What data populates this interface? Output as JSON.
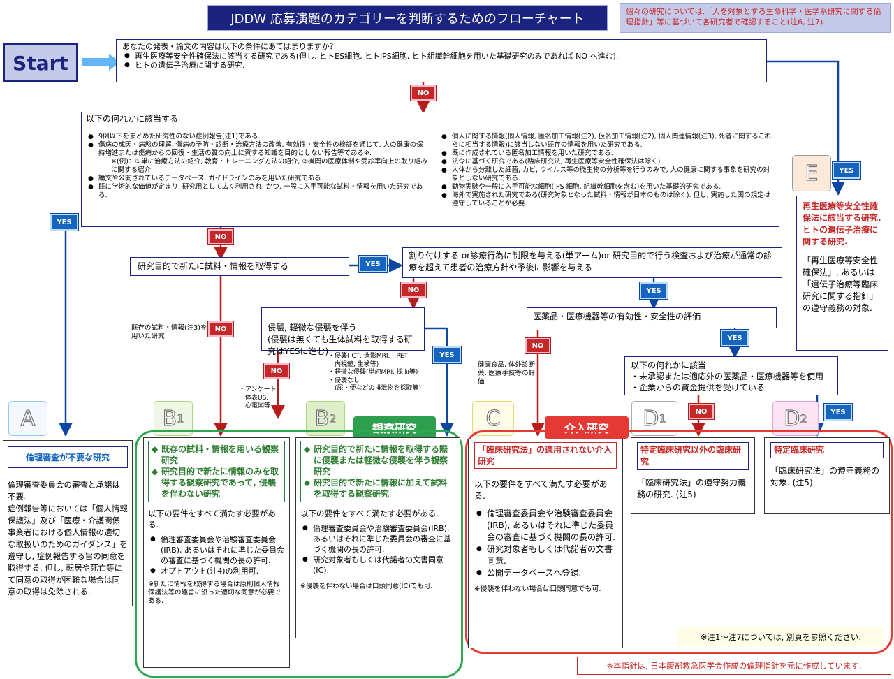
{
  "title": "JDDW 応募演題のカテゴリーを判断するためのフローチャート",
  "top_note": "個々の研究については,「人を対象とする生命科学・医学系研究に関する倫理指針」等に基づいて各研究者で確認すること(注6, 注7).",
  "start_label": "Start",
  "q1": {
    "question": "あなたの発表・論文の内容は以下の条件にあてはまりますか？",
    "items": [
      "再生医療等安全性確保法に該当する研究である(但し, ヒトES細胞, ヒトiPS細胞, ヒト組織幹細胞を用いた基礎研究のみであれば NO へ進む).",
      "ヒトの遺伝子治療に関する研究."
    ]
  },
  "q2": {
    "heading": "以下の何れかに該当する",
    "left_items": [
      "9例以下をまとめた研究性のない症例報告(注1)である.",
      "傷病の成因・病態の理解, 傷病の予防・診断・治療方法の改善, 有効性・安全性の検証を通じて, 人の健康の保持増進または傷病からの回復・生活の質の向上に資する知識を目的としない報告等である※.",
      "論文や公開されているデータベース, ガイドラインのみを用いた研究である.",
      "既に学術的な価値が定まり, 研究用として広く利用され, かつ, 一般に入手可能な試料・情報を用いた研究である."
    ],
    "example_note": "※(例)：①単に治療方法の紹介, 教育・トレーニング方法の紹介, ②機関の医療体制や受診率向上の取り組みに関する紹介",
    "right_items": [
      "個人に関する情報(個人情報, 匿名加工情報(注2), 仮名加工情報(注2), 個人関連情報(注3), 死者に関するこれらに相当する情報)に該当しない既存の情報を用いた研究である.",
      "既に作成されている匿名加工情報を用いた研究である.",
      "法令に基づく研究である(臨床研究法, 再生医療等安全性確保法は除く).",
      "人体から分離した細菌, カビ, ウイルス等の微生物の分析等を行うのみで, 人の健康に関する事象を研究の対象としない研究である.",
      "動物実験や一般に入手可能な細胞(iPS 細胞, 組織幹細胞を含む)を用いた基礎的研究である.",
      "海外で実施された研究である(研究対象となった試料・情報が日本のものは除く). 但し, 実施した国の規定は遵守していることが必要."
    ]
  },
  "q3": "研究目的で新たに試料・情報を取得する",
  "q4": "割り付けする or診療行為に制限を与える(単アーム)or 研究目的で行う検査および治療が通常の診療を超えて患者の治療方針や予後に影響を与える",
  "q5": "侵襲, 軽微な侵襲を伴う\n(侵襲は無くても生体試料を取得する研究はYESに進む)",
  "q6": "医薬品・医療機器等の有効性・安全性の評価",
  "q7": {
    "heading": "以下の何れかに該当",
    "items": [
      "・未承認または適応外の医薬品・医療機器等を使用",
      "・企業からの資金提供を受けている"
    ]
  },
  "labels": {
    "no": "NO",
    "yes": "YES"
  },
  "side_notes": {
    "existing": "既存の試料・情報(注3)を用いた研究",
    "noninvasive": "・アンケート\n・体表US,\n　心電図等",
    "invasive": "・侵襲( CT, 造影MRI,　PET, \n　内視鏡, 生検等)\n・軽微な侵襲(単純MRI, 採血等)\n・侵襲なし\n　(尿・便などの排泄物を採取等)",
    "health_food": "健康食品, 体外診断薬, 医療手技等の評価"
  },
  "categories": {
    "A": {
      "letter": "A",
      "title": "倫理審査が不要な研究",
      "body": "倫理審査委員会の審査と承諾は不要.\n症例報告等においては「個人情報保護法」及び「医療・介護関係事業者における個人情報の適切な取扱いのためのガイダンス」を遵守し, 症例報告する旨の同意を取得する. 但し, 転居や死亡等にて同意の取得が困難な場合は同意の取得は免除される."
    },
    "B1": {
      "letter": "B",
      "sub": "1",
      "title_items": [
        "既存の試料・情報を用いる観察研究",
        "研究目的で新たに情報のみを取得する観察研究であって, 侵襲を伴わない研究"
      ],
      "req": "以下の要件をすべて満たす必要がある.",
      "items": [
        "倫理審査委員会や治験審査委員会(IRB), あるいはそれに準じた委員会の審査に基づく機関の長の許可.",
        "オプトアウト(注4)の利用可."
      ],
      "note": "※新たに情報を取得する場合は原則個人情報保護法等の趣旨に沿った適切な同意が必要である."
    },
    "B2": {
      "letter": "B",
      "sub": "2",
      "title_items": [
        "研究目的で新たに情報を取得する際に侵襲または軽微な侵襲を伴う観察研究",
        "研究目的で新たに情報に加えて試料を取得する観察研究"
      ],
      "req": "以下の要件をすべて満たす必要がある.",
      "items": [
        "倫理審査委員会や治験審査委員会(IRB), あるいはそれに準じた委員会の審査に基づく機関の長の許可.",
        "研究対象者もしくは代諾者の文書同意(IC)."
      ],
      "note": "※侵襲を伴わない場合は口頭同意(IC)でも可."
    },
    "C": {
      "letter": "C",
      "title": "「臨床研究法」の適用されない介入研究",
      "req": "以下の要件をすべて満たす必要がある.",
      "items": [
        "倫理審査委員会や治験審査委員会(IRB), あるいはそれに準じた委員会の審査に基づく機関の長の許可.",
        "研究対象者もしくは代諾者の文書同意.",
        "公開データベースへ登録."
      ],
      "note": "※侵襲を伴わない場合は口頭同意でも可."
    },
    "D1": {
      "letter": "D",
      "sub": "1",
      "title": "特定臨床研究以外の臨床研究",
      "body": "「臨床研究法」の遵守努力義務の研究. (注5)"
    },
    "D2": {
      "letter": "D",
      "sub": "2",
      "title": "特定臨床研究",
      "body": "「臨床研究法」の遵守義務の対象. (注5)"
    },
    "E": {
      "letter": "E",
      "title": "再生医療等安全性確保法に該当する研究. ヒトの遺伝子治療に関する研究.",
      "body": "「再生医療等安全性確保法」, あるいは「遺伝子治療等臨床研究に関する指針」の遵守義務の対象."
    }
  },
  "group_labels": {
    "observational": "観察研究",
    "interventional": "介入研究"
  },
  "footnote": "※注1～注7については, 別頁を参照ください.",
  "bottom_note": "※本指針は, 日本腹部救急医学会作成の倫理指針を元に作成しています.",
  "colors": {
    "navy": "#1a237e",
    "red": "#c62828",
    "blue": "#1565c0",
    "green": "#2e7d32",
    "title_bg": "#1a237e"
  }
}
